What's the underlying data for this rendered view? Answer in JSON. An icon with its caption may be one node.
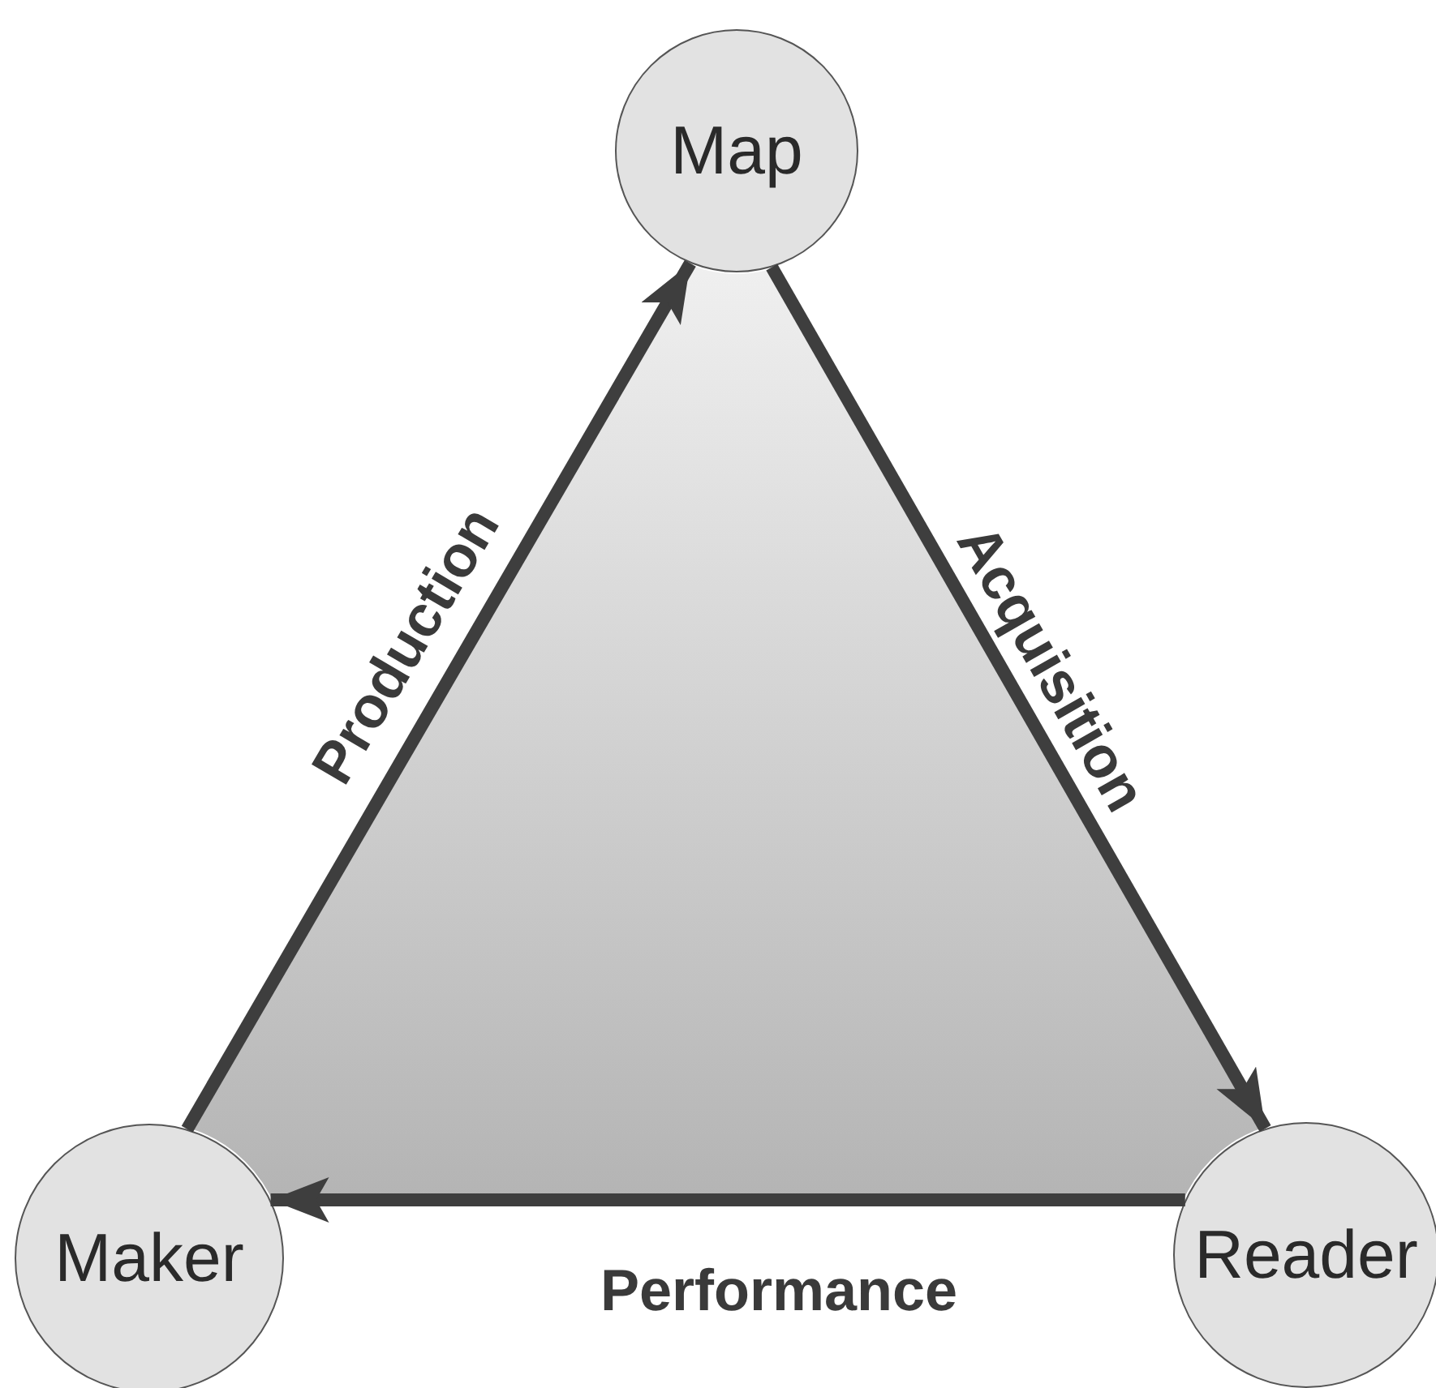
{
  "diagram": {
    "nodes": [
      {
        "text": [
          "Map"
        ]
      },
      {
        "text": [
          "Maker"
        ]
      },
      {
        "text": [
          "Reader"
        ]
      }
    ],
    "edges": [
      {
        "from": 1,
        "to": 0,
        "arrow": "to",
        "label": "Production"
      },
      {
        "from": 0,
        "to": 2,
        "arrow": "to",
        "label": "Acquisition"
      },
      {
        "from": 2,
        "to": 1,
        "arrow": "to",
        "label": "Performance"
      }
    ]
  }
}
